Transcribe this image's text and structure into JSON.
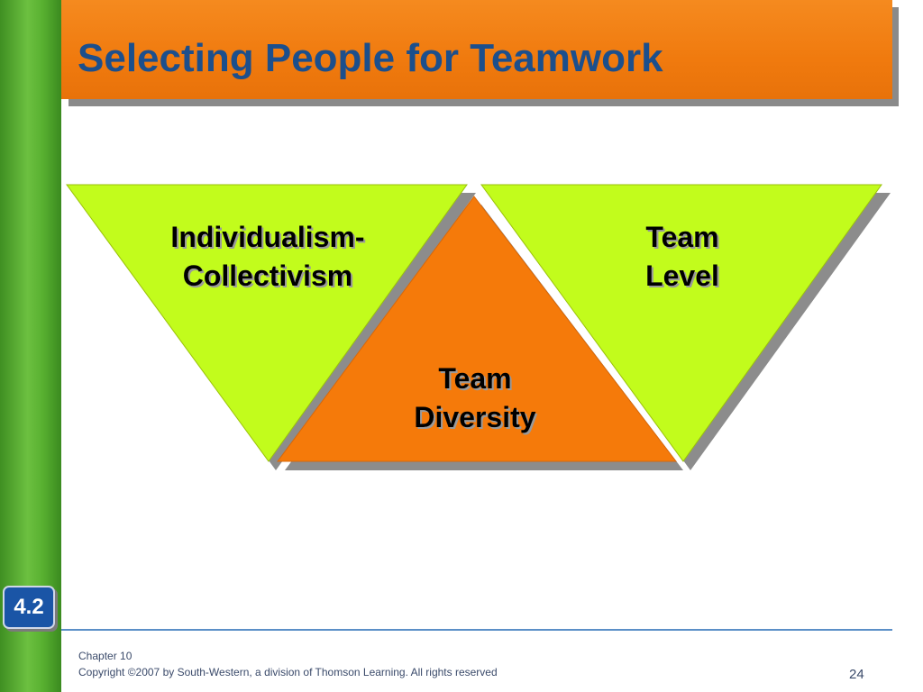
{
  "slide": {
    "title": "Selecting People for Teamwork",
    "badge": "4.2",
    "footer": {
      "chapter": "Chapter 10",
      "copyright": "Copyright ©2007 by South-Western, a division of Thomson Learning.  All rights reserved",
      "page_number": "24"
    }
  },
  "diagram": {
    "left_triangle": {
      "line1": "Individualism-",
      "line2": "Collectivism"
    },
    "center_triangle": {
      "line1": "Team",
      "line2": "Diversity"
    },
    "right_triangle": {
      "line1": "Team",
      "line2": "Level"
    }
  },
  "colors": {
    "title_band": "#f07a0e",
    "title_text": "#1c4f8c",
    "left_bar": "#58b030",
    "triangle_lime": "#c2fc1c",
    "triangle_orange": "#f57a0a",
    "badge": "#1a55a6",
    "footer_rule": "#5b8fc7"
  }
}
